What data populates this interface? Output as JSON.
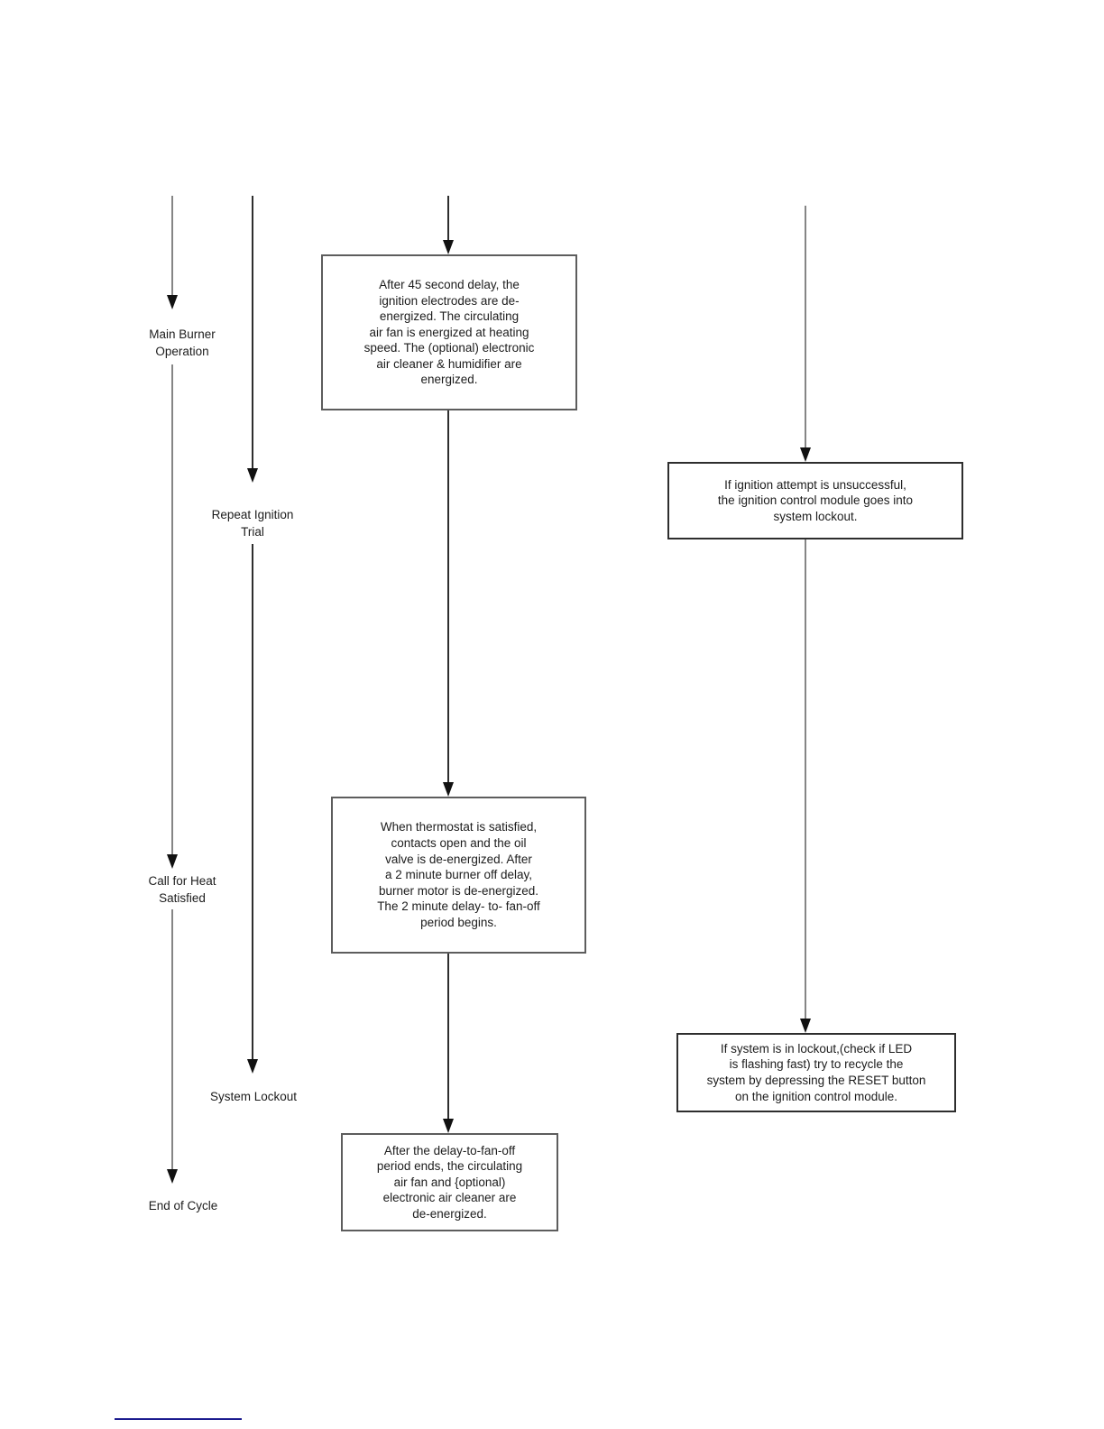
{
  "document": {
    "kind": "furnace ignition sequence flowchart page",
    "background_color": "#ffffff"
  },
  "flow_labels": {
    "main_burner_operation": "Main Burner\nOperation",
    "repeat_ignition_trial": "Repeat Ignition\nTrial",
    "call_for_heat_satisfied": "Call for Heat\nSatisfied",
    "system_lockout": "System Lockout",
    "end_of_cycle": "End of Cycle"
  },
  "flow_boxes": {
    "after_45_second_delay": "After 45 second delay, the\nignition electrodes are de-\nenergized.  The circulating\nair fan is energized at heating\nspeed. The (optional) electronic\nair cleaner & humidifier are\nenergized.",
    "ignition_unsuccessful": "If ignition attempt is unsuccessful,\nthe ignition control module goes into\nsystem lockout.",
    "thermostat_satisfied": "When thermostat is satisfied,\ncontacts open and the oil\nvalve is de-energized.  After\na 2 minute burner off delay,\nburner motor is de-energized.\nThe 2 minute delay- to- fan-off\nperiod begins.",
    "system_in_lockout": "If system is in lockout,(check if LED\nis flashing fast) try to recycle the\nsystem by depressing the RESET button\non the ignition control module.",
    "delay_to_fan_off_ends": "After the delay-to-fan-off\nperiod ends, the circulating\nair fan and {optional)\nelectronic air cleaner are\nde-energized."
  },
  "colors": {
    "line_gray": "#858585",
    "line_dark": "#2e2e2e",
    "box_border_gray": "#5d5d5d",
    "box_border_dark": "#2e2e2e",
    "text_color": "#1c1c1c",
    "footer_rule_blue": "#1b1b8e"
  }
}
